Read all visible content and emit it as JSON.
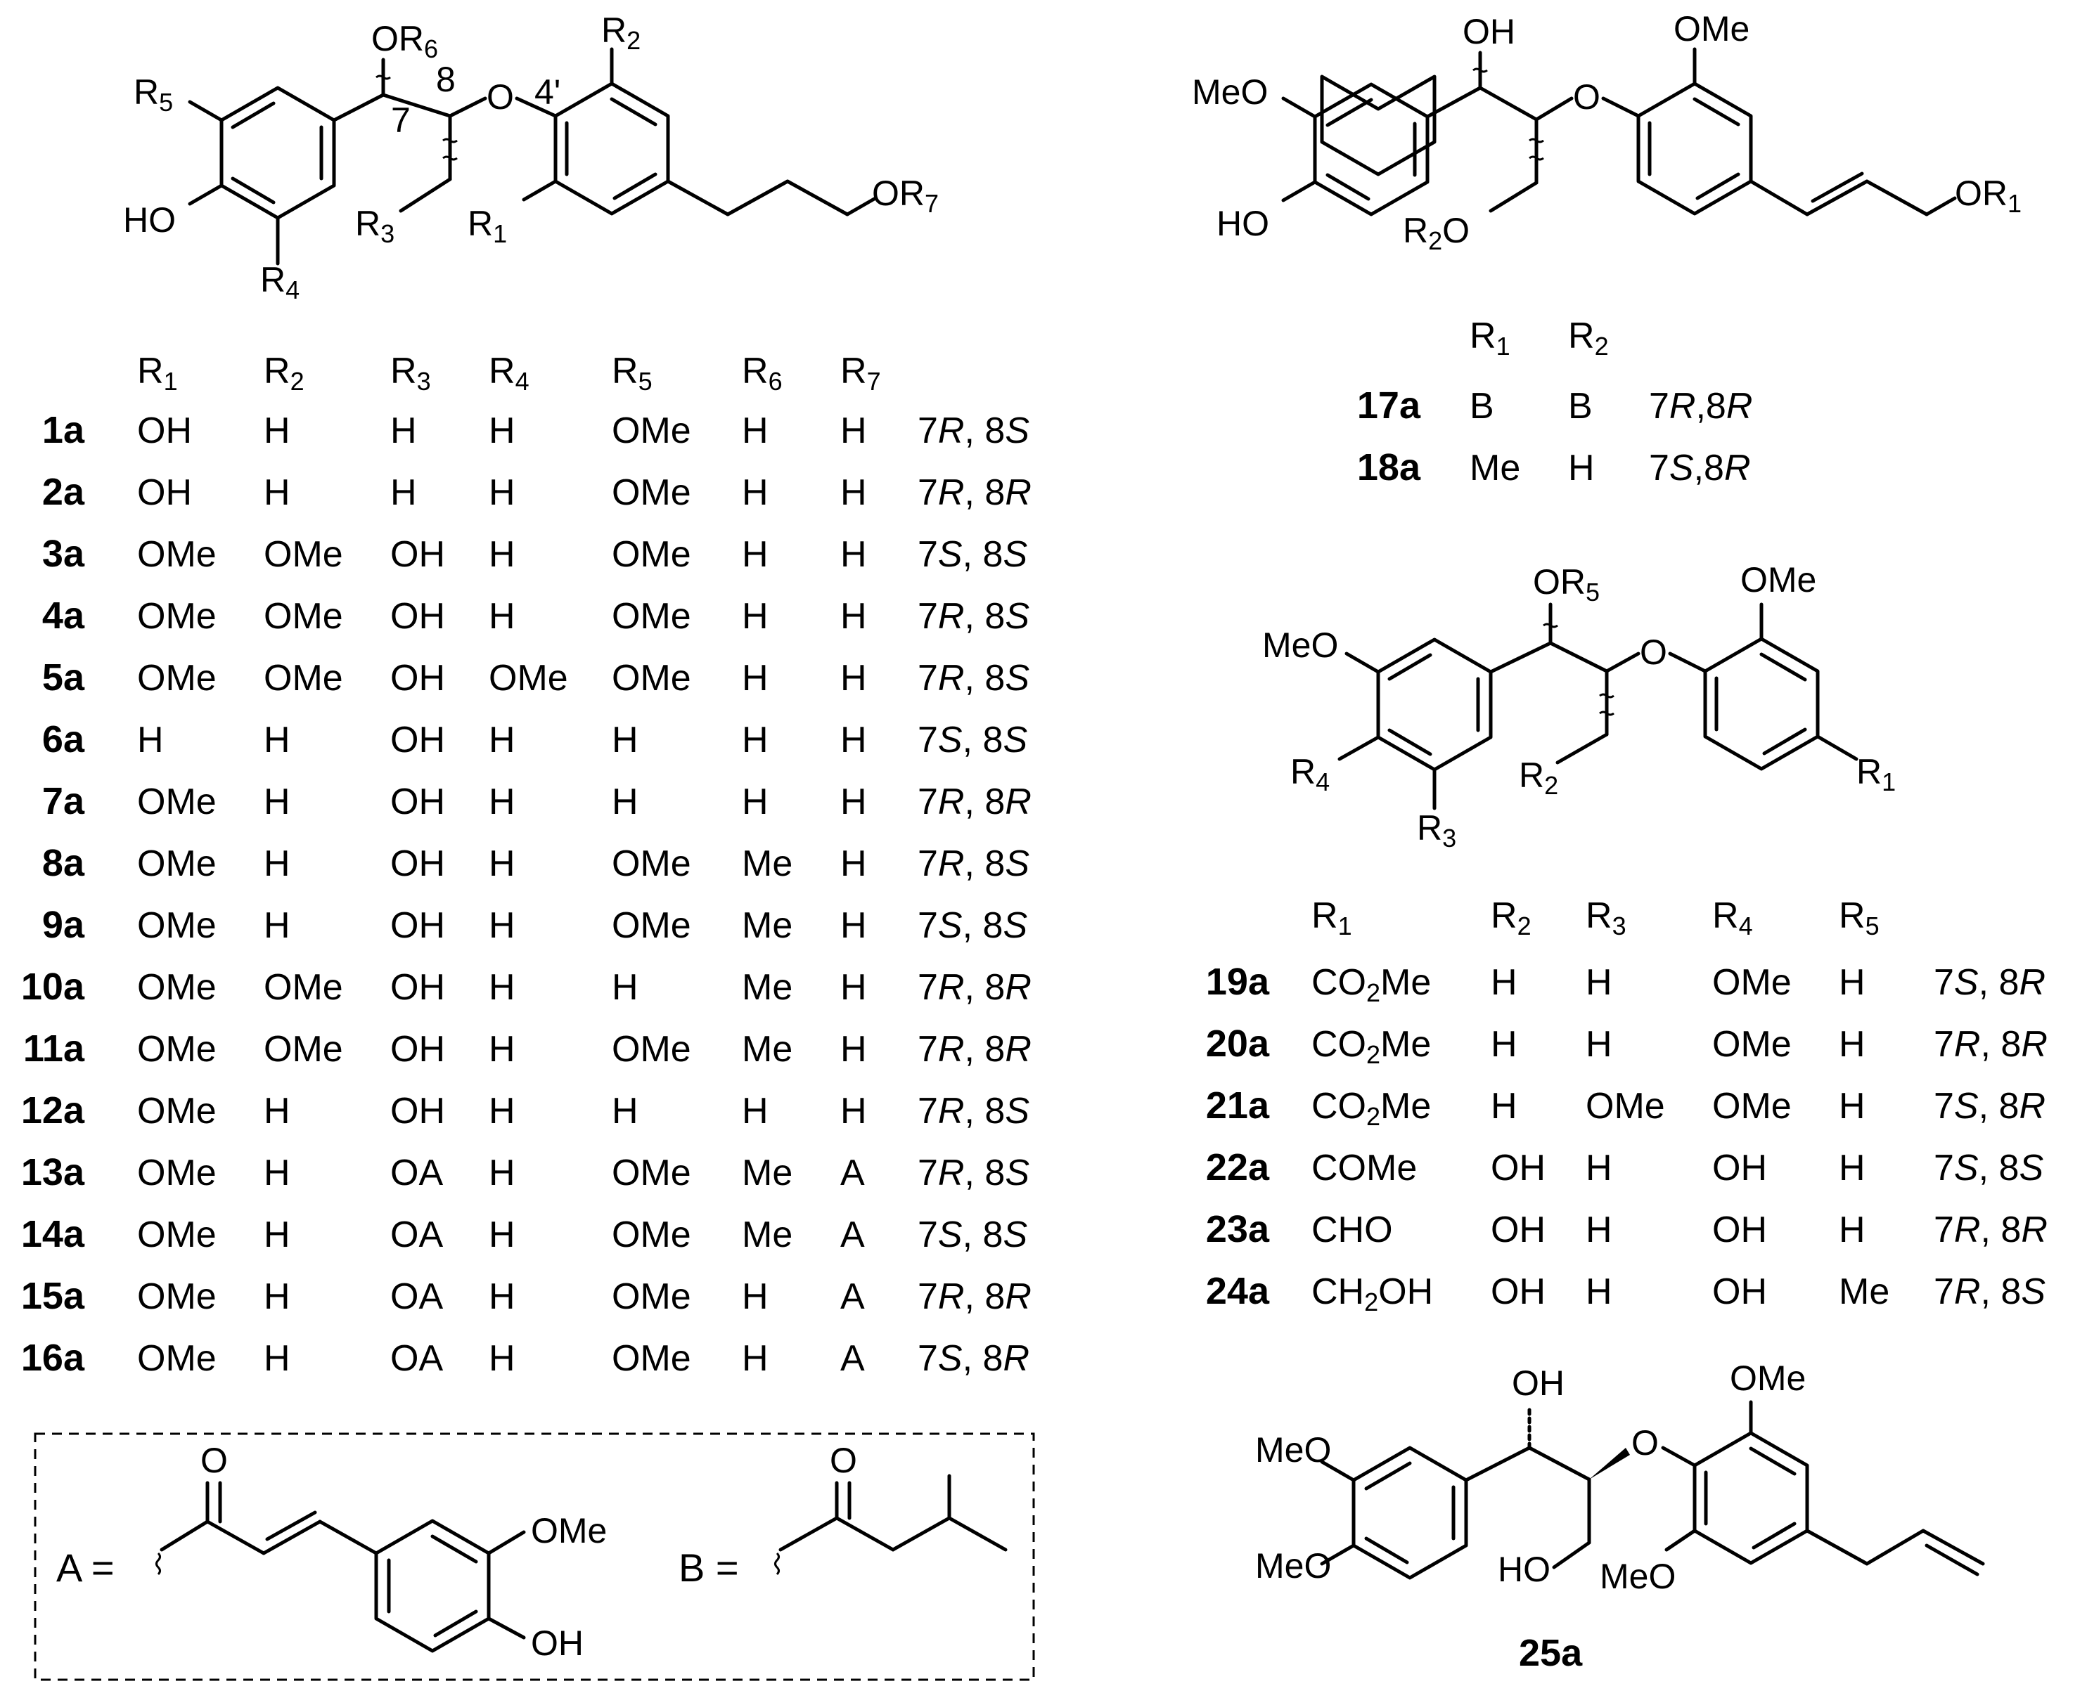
{
  "structure1": {
    "labels": {
      "or6": "OR6",
      "r5": "R5",
      "r2": "R2",
      "o": "O",
      "c7": "7",
      "c8": "8",
      "c4p": "4'",
      "ho": "HO",
      "r4": "R4",
      "r3": "R3",
      "r1": "R1",
      "or7": "OR7"
    },
    "headers": [
      "R1",
      "R2",
      "R3",
      "R4",
      "R5",
      "R6",
      "R7"
    ],
    "rows": [
      {
        "id": "1a",
        "r": [
          "OH",
          "H",
          "H",
          "H",
          "OMe",
          "H",
          "H"
        ],
        "cfg": "7R, 8S"
      },
      {
        "id": "2a",
        "r": [
          "OH",
          "H",
          "H",
          "H",
          "OMe",
          "H",
          "H"
        ],
        "cfg": "7R, 8R"
      },
      {
        "id": "3a",
        "r": [
          "OMe",
          "OMe",
          "OH",
          "H",
          "OMe",
          "H",
          "H"
        ],
        "cfg": "7S, 8S"
      },
      {
        "id": "4a",
        "r": [
          "OMe",
          "OMe",
          "OH",
          "H",
          "OMe",
          "H",
          "H"
        ],
        "cfg": "7R, 8S"
      },
      {
        "id": "5a",
        "r": [
          "OMe",
          "OMe",
          "OH",
          "OMe",
          "OMe",
          "H",
          "H"
        ],
        "cfg": "7R, 8S"
      },
      {
        "id": "6a",
        "r": [
          "H",
          "H",
          "OH",
          "H",
          "H",
          "H",
          "H"
        ],
        "cfg": "7S, 8S"
      },
      {
        "id": "7a",
        "r": [
          "OMe",
          "H",
          "OH",
          "H",
          "H",
          "H",
          "H"
        ],
        "cfg": "7R, 8R"
      },
      {
        "id": "8a",
        "r": [
          "OMe",
          "H",
          "OH",
          "H",
          "OMe",
          "Me",
          "H"
        ],
        "cfg": "7R, 8S"
      },
      {
        "id": "9a",
        "r": [
          "OMe",
          "H",
          "OH",
          "H",
          "OMe",
          "Me",
          "H"
        ],
        "cfg": "7S, 8S"
      },
      {
        "id": "10a",
        "r": [
          "OMe",
          "OMe",
          "OH",
          "H",
          "H",
          "Me",
          "H"
        ],
        "cfg": "7R, 8R"
      },
      {
        "id": "11a",
        "r": [
          "OMe",
          "OMe",
          "OH",
          "H",
          "OMe",
          "Me",
          "H"
        ],
        "cfg": "7R, 8R"
      },
      {
        "id": "12a",
        "r": [
          "OMe",
          "H",
          "OH",
          "H",
          "H",
          "H",
          "H"
        ],
        "cfg": "7R, 8S"
      },
      {
        "id": "13a",
        "r": [
          "OMe",
          "H",
          "OA",
          "H",
          "OMe",
          "Me",
          "A"
        ],
        "cfg": "7R, 8S"
      },
      {
        "id": "14a",
        "r": [
          "OMe",
          "H",
          "OA",
          "H",
          "OMe",
          "Me",
          "A"
        ],
        "cfg": "7S, 8S"
      },
      {
        "id": "15a",
        "r": [
          "OMe",
          "H",
          "OA",
          "H",
          "OMe",
          "H",
          "A"
        ],
        "cfg": "7R, 8R"
      },
      {
        "id": "16a",
        "r": [
          "OMe",
          "H",
          "OA",
          "H",
          "OMe",
          "H",
          "A"
        ],
        "cfg": "7S, 8R"
      }
    ]
  },
  "structure2": {
    "labels": {
      "oh": "OH",
      "ome_top": "OMe",
      "meo": "MeO",
      "o": "O",
      "ho": "HO",
      "r2o": "R2O",
      "or1": "OR1"
    },
    "headers": [
      "R1",
      "R2"
    ],
    "rows": [
      {
        "id": "17a",
        "r": [
          "B",
          "B"
        ],
        "cfg": "7R,8R"
      },
      {
        "id": "18a",
        "r": [
          "Me",
          "H"
        ],
        "cfg": "7S,8R"
      }
    ]
  },
  "structure3": {
    "labels": {
      "or5": "OR5",
      "ome": "OMe",
      "meo": "MeO",
      "o": "O",
      "r4": "R4",
      "r2": "R2",
      "r3": "R3",
      "r1": "R1"
    },
    "headers": [
      "R1",
      "R2",
      "R3",
      "R4",
      "R5"
    ],
    "rows": [
      {
        "id": "19a",
        "r": [
          "CO2Me",
          "H",
          "H",
          "OMe",
          "H"
        ],
        "cfg": "7S, 8R"
      },
      {
        "id": "20a",
        "r": [
          "CO2Me",
          "H",
          "H",
          "OMe",
          "H"
        ],
        "cfg": "7R, 8R"
      },
      {
        "id": "21a",
        "r": [
          "CO2Me",
          "H",
          "OMe",
          "OMe",
          "H"
        ],
        "cfg": "7S, 8R"
      },
      {
        "id": "22a",
        "r": [
          "COMe",
          "OH",
          "H",
          "OH",
          "H"
        ],
        "cfg": "7S, 8S"
      },
      {
        "id": "23a",
        "r": [
          "CHO",
          "OH",
          "H",
          "OH",
          "H"
        ],
        "cfg": "7R, 8R"
      },
      {
        "id": "24a",
        "r": [
          "CH2OH",
          "OH",
          "H",
          "OH",
          "Me"
        ],
        "cfg": "7R, 8S"
      }
    ]
  },
  "structure4": {
    "labels": {
      "oh": "OH",
      "ome": "OMe",
      "meo1": "MeO",
      "meo2": "MeO",
      "o": "O",
      "ho": "HO",
      "meo3": "MeO"
    },
    "compound": "25a"
  },
  "legend": {
    "a_label": "A =",
    "b_label": "B =",
    "a_o": "O",
    "a_ome": "OMe",
    "a_oh": "OH",
    "b_o": "O"
  }
}
